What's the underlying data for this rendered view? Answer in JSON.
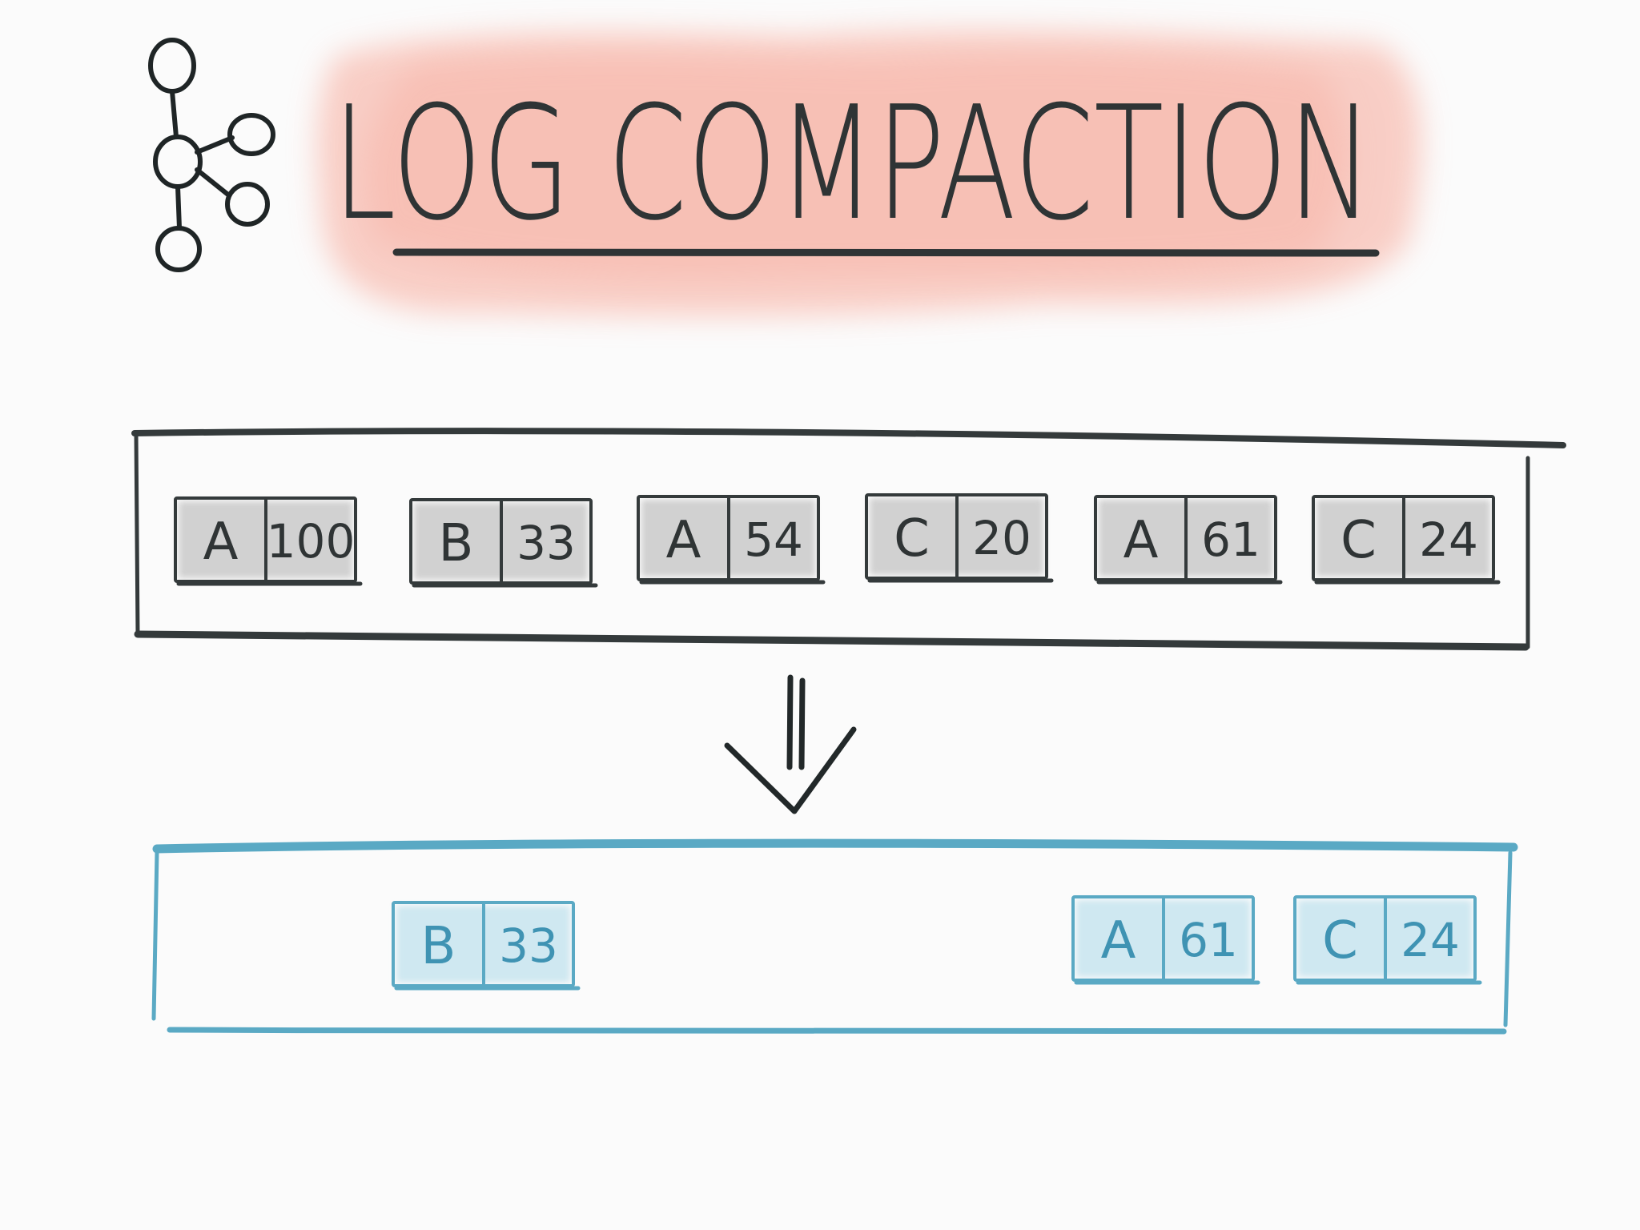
{
  "title": "LOG COMPACTION",
  "colors": {
    "background": "#fbfbfb",
    "ink": "#343a3b",
    "title_highlight": "#f7a99a",
    "record_fill": "#cfcfcf",
    "compacted": "#5aa9c4",
    "compacted_fill": "#cfe8f1",
    "compacted_text": "#3f93b3"
  },
  "logo": {
    "icon": "kafka-logo-icon"
  },
  "log": {
    "records": [
      {
        "key": "A",
        "value": "100"
      },
      {
        "key": "B",
        "value": "33"
      },
      {
        "key": "A",
        "value": "54"
      },
      {
        "key": "C",
        "value": "20"
      },
      {
        "key": "A",
        "value": "61"
      },
      {
        "key": "C",
        "value": "24"
      }
    ]
  },
  "arrow": {
    "icon": "down-arrow-icon"
  },
  "compacted_log": {
    "records": [
      {
        "key": "B",
        "value": "33",
        "source_index": 1
      },
      {
        "key": "A",
        "value": "61",
        "source_index": 4
      },
      {
        "key": "C",
        "value": "24",
        "source_index": 5
      }
    ]
  }
}
